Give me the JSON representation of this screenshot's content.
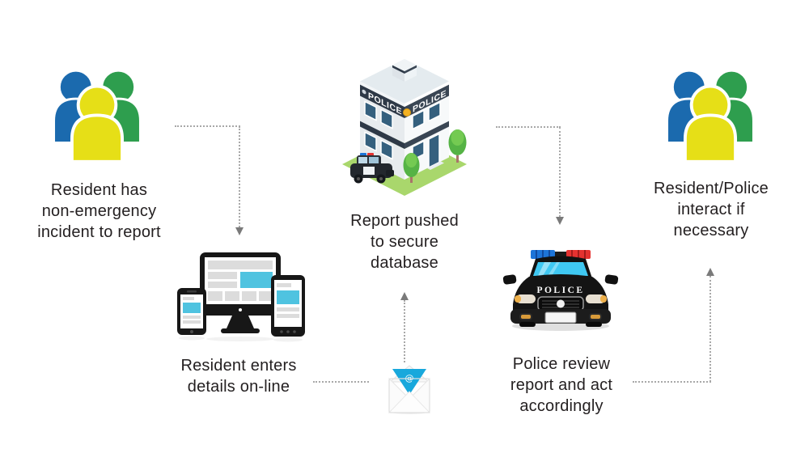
{
  "diagram": {
    "steps": [
      {
        "icon": "people-group-icon",
        "lines": [
          "Resident has",
          "non-emergency",
          "incident to report"
        ]
      },
      {
        "icon": "devices-icon",
        "lines": [
          "Resident enters",
          "details on-line",
          ""
        ]
      },
      {
        "icon": "police-station-icon",
        "lines": [
          "Report pushed",
          "to secure",
          "database"
        ]
      },
      {
        "icon": "police-car-icon",
        "lines": [
          "Police review",
          "report and act",
          "accordingly"
        ]
      },
      {
        "icon": "people-group-icon",
        "lines": [
          "Resident/Police",
          "interact if",
          "necessary"
        ]
      }
    ],
    "police_station_sign": "POLICE",
    "police_car_sign": "POLICE",
    "envelope": {
      "glyph": "@"
    },
    "colors": {
      "person_blue": "#1b6aae",
      "person_green": "#2e9e4e",
      "person_yellow": "#e6df17",
      "device_accent": "#4fc3e0",
      "device_gray": "#dcdcdc",
      "envelope_cyan": "#18a8dc",
      "station_navy": "#2e3947",
      "grass_green": "#a9d76c",
      "window_teal": "#35607e",
      "car_light_blue": "#1d74d8",
      "car_light_red": "#e53230",
      "windshield_cyan": "#3fc8f2",
      "text": "#231f20",
      "arrow_gray": "#a8a8a8"
    }
  }
}
